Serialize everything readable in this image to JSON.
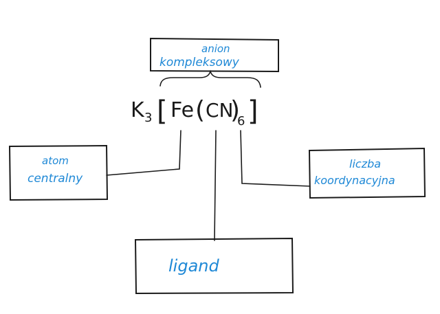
{
  "labels": {
    "anion_line1": "anion",
    "anion_line2": "kompleksowy",
    "atom_line1": "atom",
    "atom_line2": "centralny",
    "liczba_line1": "liczba",
    "liczba_line2": "koordynacyjna",
    "ligand": "ligand"
  },
  "formula": {
    "k": "K",
    "k_sub": "3",
    "open_bracket": "[",
    "fe": "Fe",
    "open_paren": "(",
    "cn": "CN",
    "close_paren": ")",
    "sub6": "6",
    "close_bracket": "]"
  },
  "colors": {
    "label_blue": "#1e88d6",
    "ink": "#1a1a1a"
  }
}
